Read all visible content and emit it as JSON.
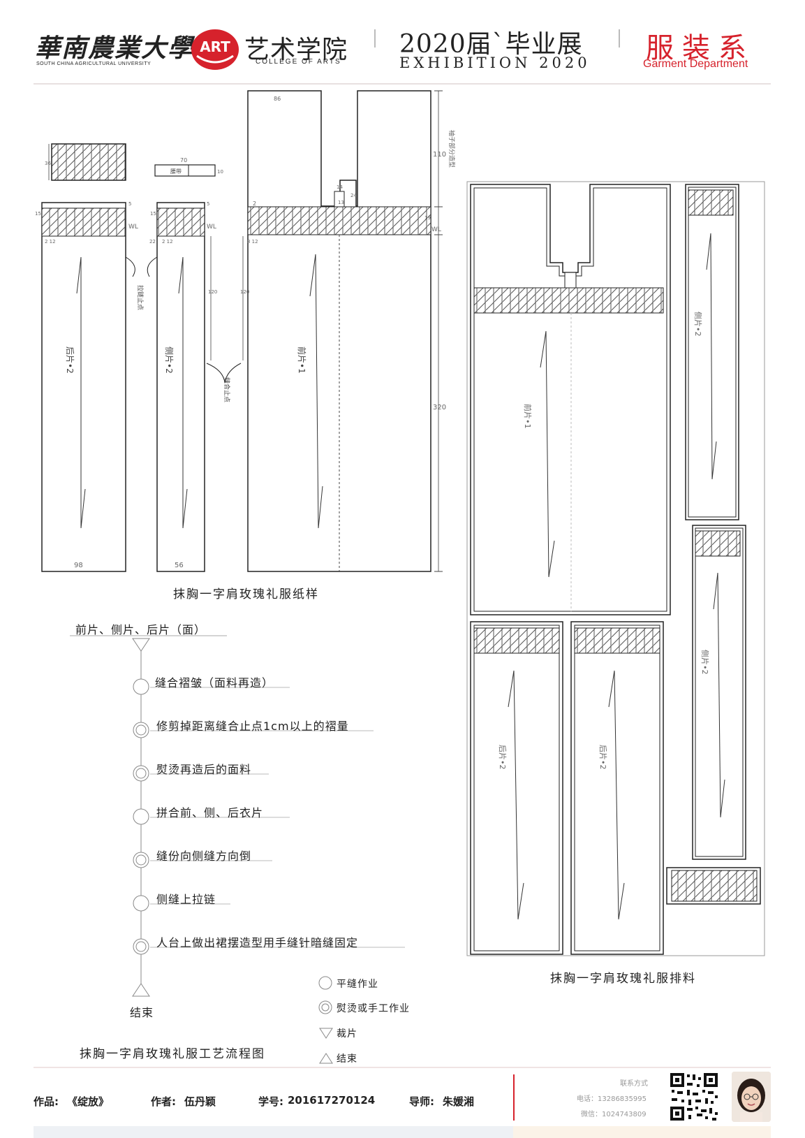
{
  "header": {
    "university_cn": "華南農業大學",
    "university_en": "SOUTH CHINA AGRICULTURAL UNIVERSITY",
    "logo_mark": "ART",
    "college_cn": "艺术学院",
    "college_en": "COLLEGE OF ARTS",
    "exhibition_title": "2020届`毕业展",
    "exhibition_en": "EXHIBITION 2020",
    "department_cn": "服装系",
    "department_en": "Garment Department",
    "accent_color": "#d6222c"
  },
  "pattern": {
    "caption": "抹胸一字肩玫瑰礼服纸样",
    "pieces": {
      "back": "后片•2",
      "side": "侧片•2",
      "front": "前片•1"
    },
    "dims": {
      "back_width": "98",
      "side_width": "56",
      "front_top": "86",
      "sleeve_height": "110",
      "sleeve_note": "袖子部分造型",
      "length": "320",
      "notch_120_a": "120",
      "notch_120_b": "120",
      "small_70": "70",
      "small_10": "10",
      "small_label": "腰带",
      "d_14": "14",
      "d_24": "24",
      "d_13": "13",
      "d_19": "19",
      "d_18": "18",
      "d_2": "2",
      "d_8": "8",
      "d_12": "12",
      "d_5": "5",
      "d_15": "15",
      "wl": "WL",
      "d_212": "2 12",
      "d_22": "22",
      "d_212b": "2 12",
      "d_812": "8  12",
      "d_36": "36"
    },
    "notes": {
      "zipper_stop": "拉链止点",
      "seam_stop": "缝合止点"
    }
  },
  "layout": {
    "caption": "抹胸一字肩玫瑰礼服排料",
    "front_label": "前片•1",
    "side_label_1": "侧片•2",
    "side_label_2": "侧片•2",
    "back_label_1": "后片•2",
    "back_label_2": "后片•2"
  },
  "flow": {
    "start": "前片、侧片、后片（面）",
    "steps": [
      "缝合褶皱（面料再造）",
      "修剪掉距离缝合止点1cm以上的褶量",
      "熨烫再造后的面料",
      "拼合前、侧、后衣片",
      "缝份向侧缝方向倒",
      "侧缝上拉链",
      "人台上做出裙摆造型用手缝针暗缝固定"
    ],
    "end": "结束",
    "caption": "抹胸一字肩玫瑰礼服工艺流程图"
  },
  "legend": {
    "flat_seam": "平缝作业",
    "ironing": "熨烫或手工作业",
    "cutting": "裁片",
    "end": "结束"
  },
  "footer": {
    "work_label": "作品:",
    "work_value": "《绽放》",
    "author_label": "作者:",
    "author_value": "伍丹颖",
    "id_label": "学号:",
    "id_value": "201617270124",
    "advisor_label": "导师:",
    "advisor_value": "朱媛湘",
    "contact_title": "联系方式",
    "phone": "电话：13286835995",
    "wechat": "微信：1024743809"
  }
}
